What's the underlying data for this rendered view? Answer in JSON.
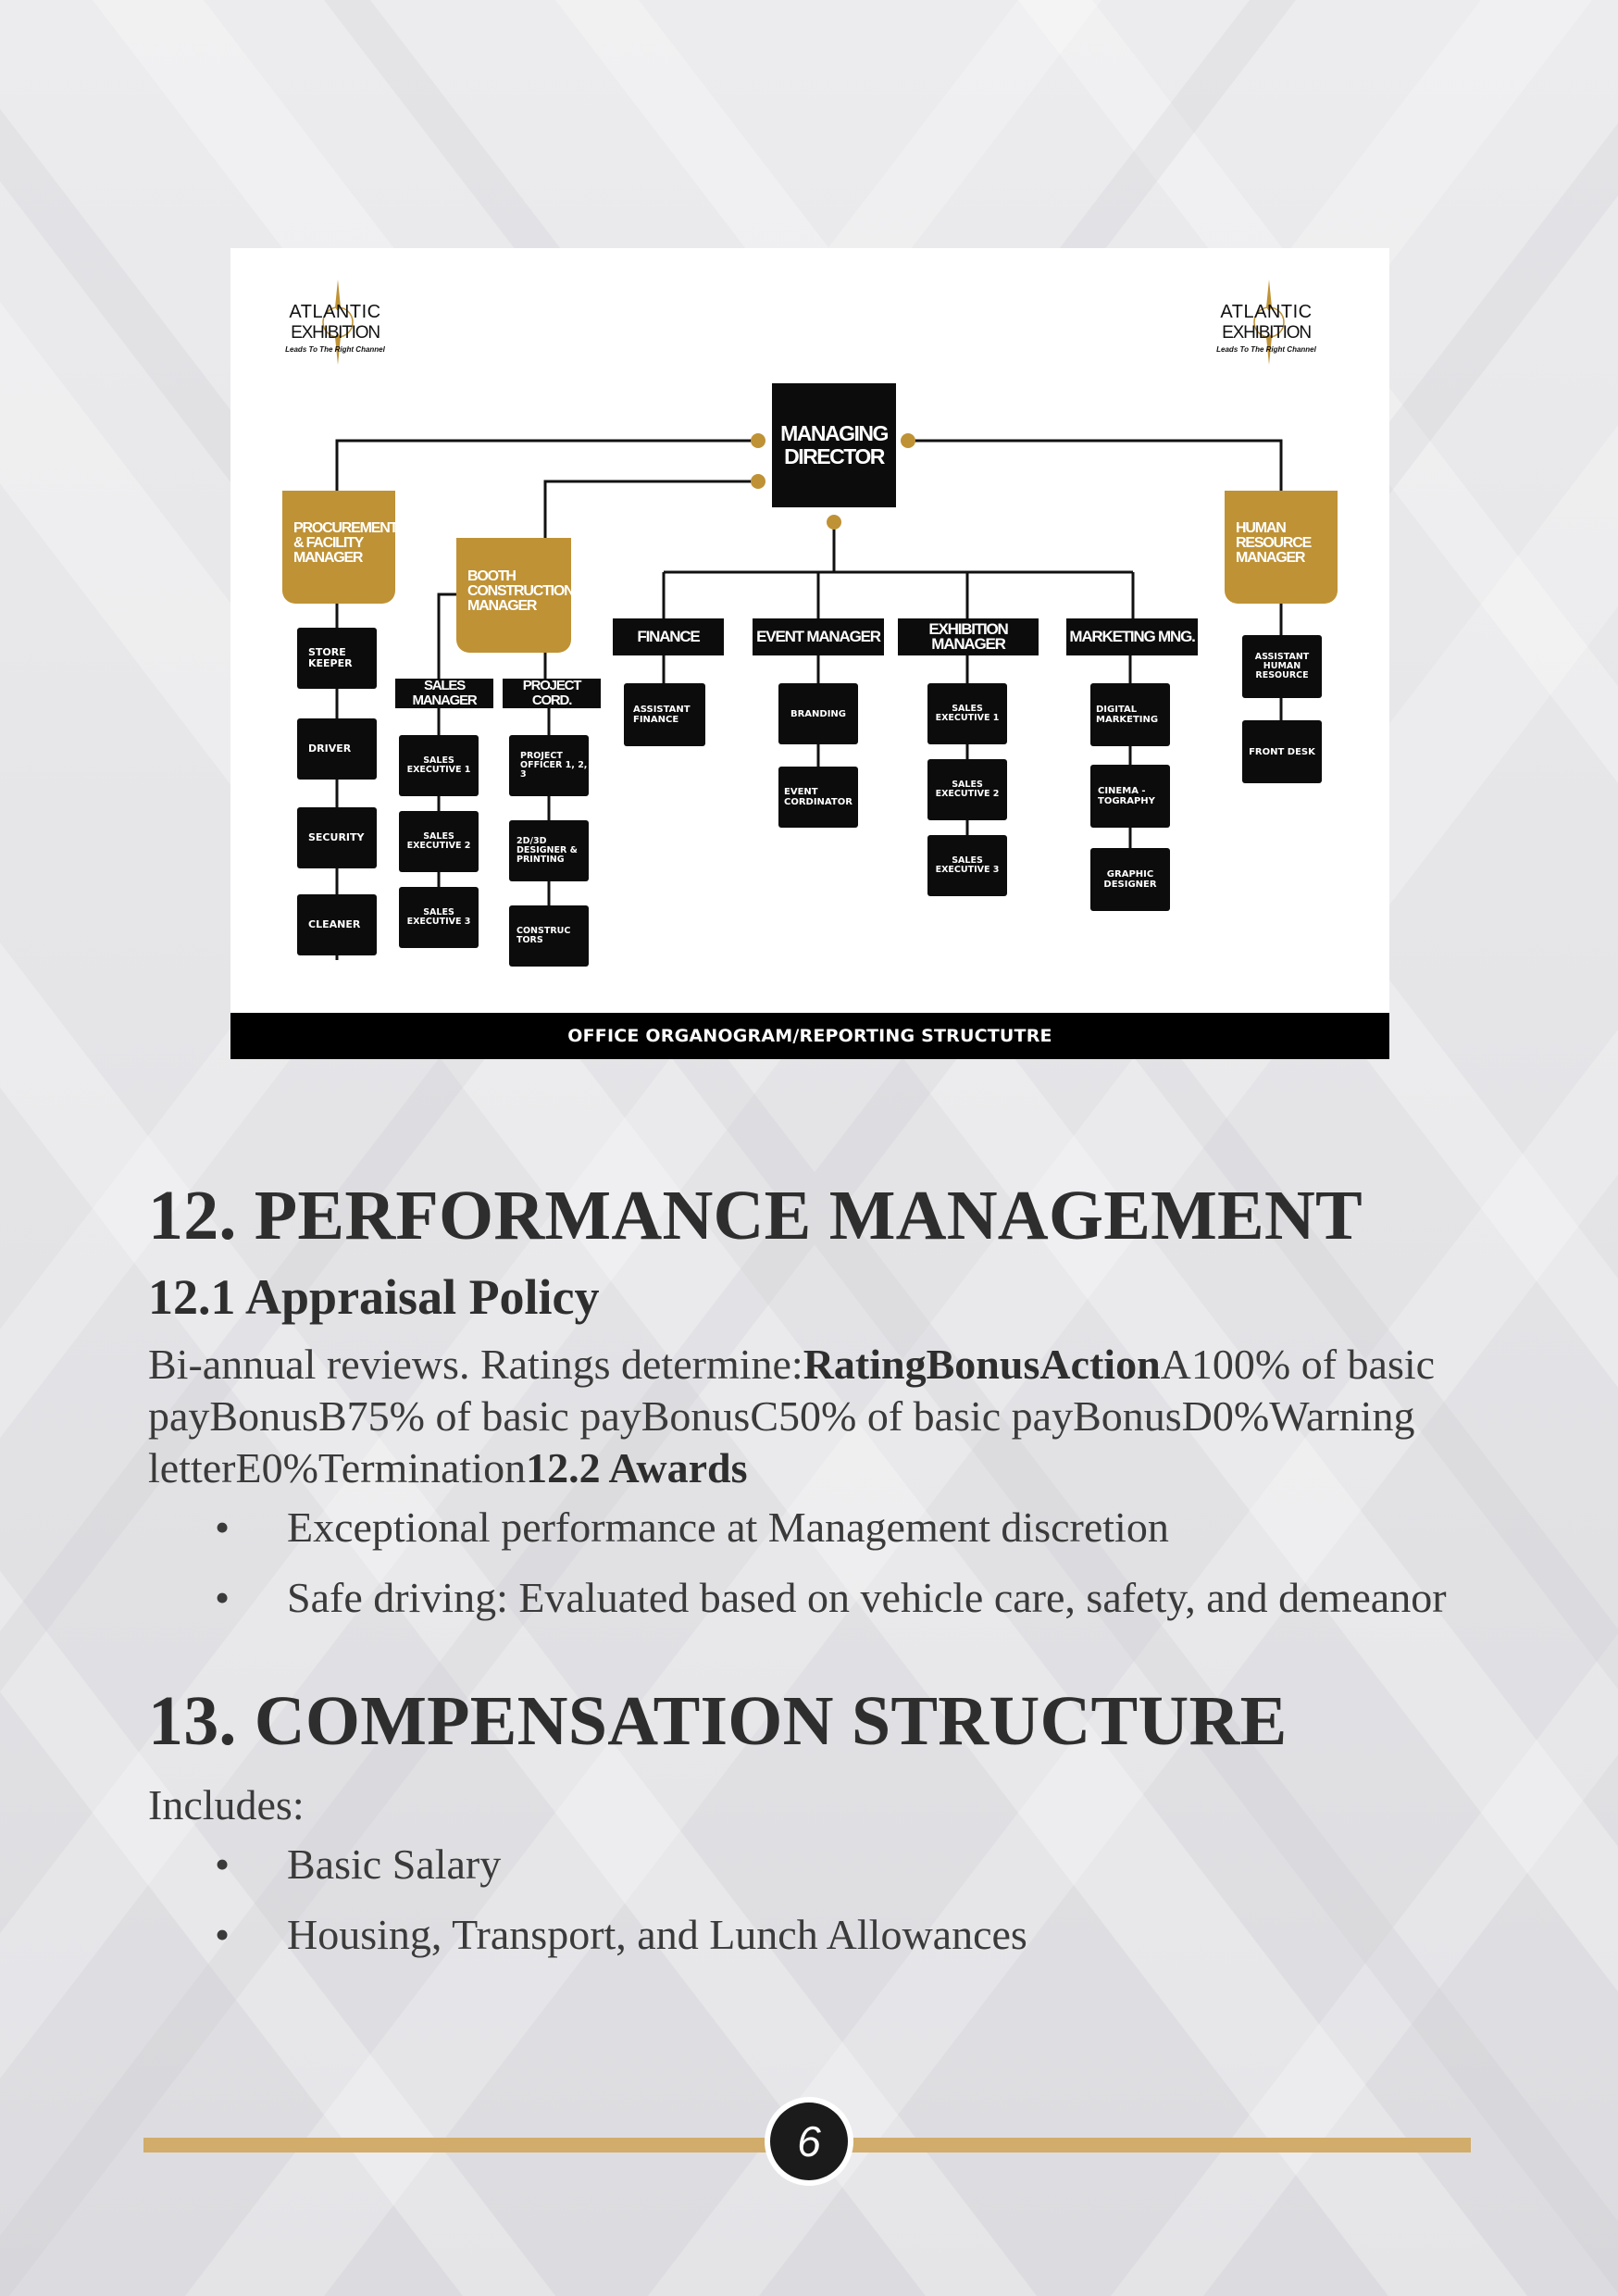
{
  "figure": {
    "logo": {
      "line1": "ATLANTIC",
      "line2": "EXHIBITION",
      "tagline": "Leads To The Right Channel"
    },
    "managing_director": "MANAGING DIRECTOR",
    "procurement_manager": "PROCUREMENT & FACILITY MANAGER",
    "booth_manager": "BOOTH CONSTRUCTION MANAGER",
    "hr_manager": "HUMAN RESOURCE MANAGER",
    "departments": {
      "finance": "FINANCE",
      "event_manager": "EVENT MANAGER",
      "exhibition_manager": "EXHIBITION MANAGER",
      "marketing": "MARKETING MNG."
    },
    "procurement_staff": [
      "STORE KEEPER",
      "DRIVER",
      "SECURITY",
      "CLEANER"
    ],
    "sales_manager": "SALES MANAGER",
    "project_cord": "PROJECT CORD.",
    "booth_sales": [
      "SALES EXECUTIVE 1",
      "SALES EXECUTIVE 2",
      "SALES EXECUTIVE 3"
    ],
    "project_staff": [
      "PROJECT OFFICER 1, 2, 3",
      "2D/3D DESIGNER & PRINTING",
      "CONSTRUC TORS"
    ],
    "finance_staff": [
      "ASSISTANT FINANCE"
    ],
    "event_staff": [
      "BRANDING",
      "EVENT CORDINATOR"
    ],
    "exhibition_staff": [
      "SALES EXECUTIVE 1",
      "SALES EXECUTIVE 2",
      "SALES EXECUTIVE 3"
    ],
    "marketing_staff": [
      "DIGITAL MARKETING",
      "CINEMA - TOGRAPHY",
      "GRAPHIC DESIGNER"
    ],
    "hr_staff": [
      "ASSISTANT HUMAN RESOURCE",
      "FRONT DESK"
    ],
    "caption": "OFFICE ORGANOGRAM/REPORTING STRUCTUTRE"
  },
  "sec12": {
    "title": "12. PERFORMANCE MANAGEMENT",
    "subtitle": "12.1 Appraisal Policy",
    "text_a": "Bi-annual reviews. Ratings determine:",
    "text_b": "RatingBonusAction",
    "text_c": "A100% of basic payBonusB75% of basic payBonusC50% of basic payBonusD0%Warning letterE0%Termination",
    "text_d": "12.2 Awards",
    "bullets": [
      "Exceptional performance at Management discretion",
      "Safe driving: Evaluated based on vehicle care, safety, and demeanor"
    ]
  },
  "sec13": {
    "title": "13. COMPENSATION STRUCTURE",
    "intro": "Includes:",
    "bullets": [
      "Basic Salary",
      "Housing, Transport, and Lunch Allowances"
    ]
  },
  "footer": {
    "page_number": "6"
  },
  "colors": {
    "gold": "#bf9235",
    "footer_line": "#d1ac6b",
    "dark": "#0c0c0c"
  }
}
